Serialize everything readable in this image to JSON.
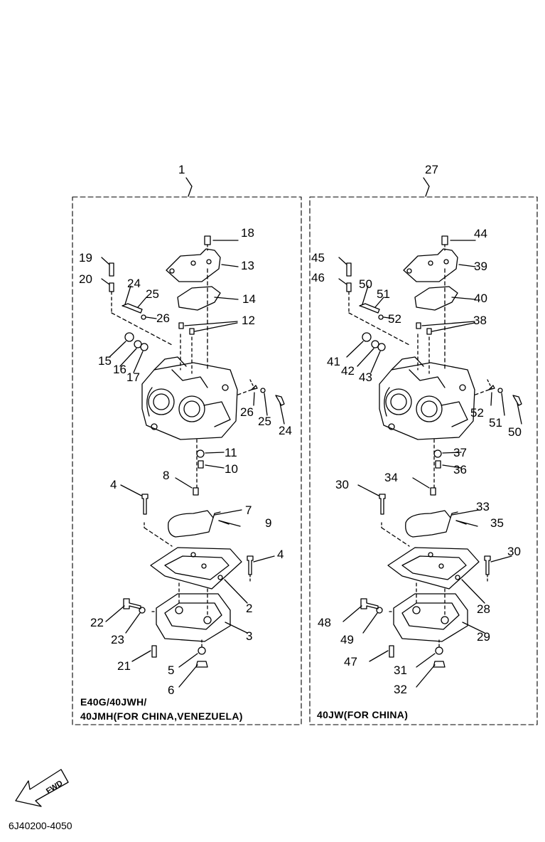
{
  "panels": [
    {
      "assembly_label": "1",
      "caption_line1": "E40G/40JWH/",
      "caption_line2": "40JMH(FOR CHINA,VENEZUELA)",
      "callouts": [
        "18",
        "19",
        "13",
        "20",
        "24",
        "25",
        "14",
        "26",
        "12",
        "15",
        "16",
        "17",
        "26",
        "25",
        "24",
        "11",
        "10",
        "8",
        "4",
        "7",
        "9",
        "4",
        "2",
        "22",
        "23",
        "3",
        "21",
        "5",
        "6"
      ]
    },
    {
      "assembly_label": "27",
      "caption_line1": "40JW(FOR CHINA)",
      "callouts": [
        "44",
        "45",
        "39",
        "46",
        "50",
        "51",
        "40",
        "52",
        "38",
        "41",
        "42",
        "43",
        "52",
        "51",
        "50",
        "37",
        "36",
        "34",
        "30",
        "33",
        "35",
        "30",
        "28",
        "48",
        "49",
        "29",
        "47",
        "31",
        "32"
      ]
    }
  ],
  "direction_arrow_label": "FWD",
  "figure_code": "6J40200-4050"
}
